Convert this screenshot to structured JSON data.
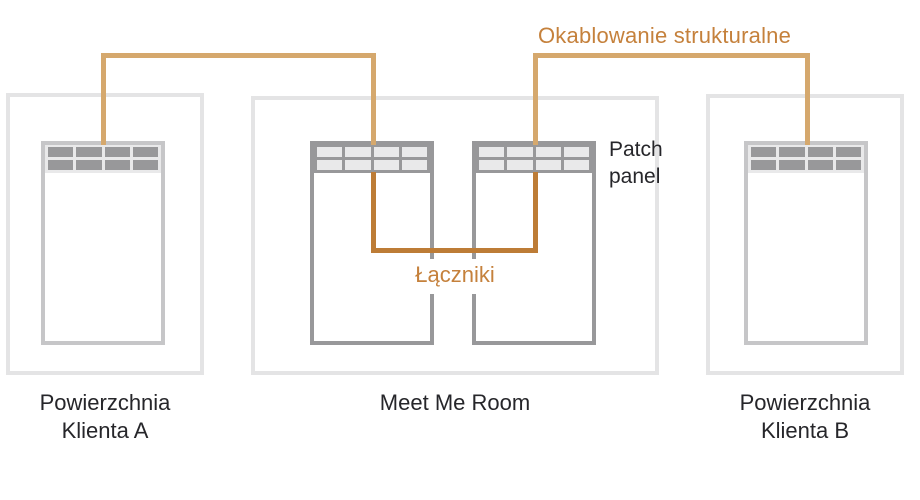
{
  "diagram": {
    "title_label": "Okablowanie strukturalne",
    "patch_panel_label": "Patch panel",
    "connectors_label": "Łączniki",
    "rooms": {
      "customer_a": {
        "caption": "Powierzchnia Klienta A"
      },
      "meet_me_room": {
        "caption": "Meet Me Room"
      },
      "customer_b": {
        "caption": "Powierzchnia Klienta B"
      }
    },
    "colors": {
      "structured_cabling": "#D5A86D",
      "cross_connect": "#BD7C36",
      "label_orange": "#C5813C",
      "room_border": "#E4E4E5",
      "rack_light": "#C6C6C8",
      "rack_dark": "#98989A",
      "panel_light": "#E9E9EA",
      "text_dark": "#26262A"
    }
  }
}
